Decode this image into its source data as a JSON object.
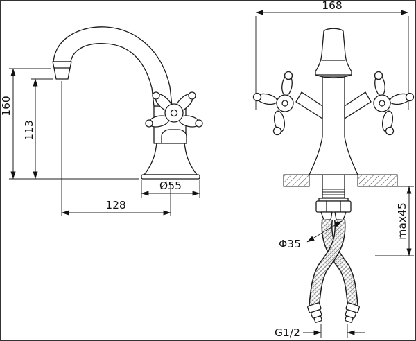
{
  "drawing": {
    "labels": {
      "top_width": "168",
      "overall_height": "160",
      "outlet_height": "113",
      "base_diameter": "Ø55",
      "spout_reach": "128",
      "shank_diameter": "Φ35",
      "max_mounting_thickness": "max45",
      "connection_thread": "G1/2"
    }
  }
}
